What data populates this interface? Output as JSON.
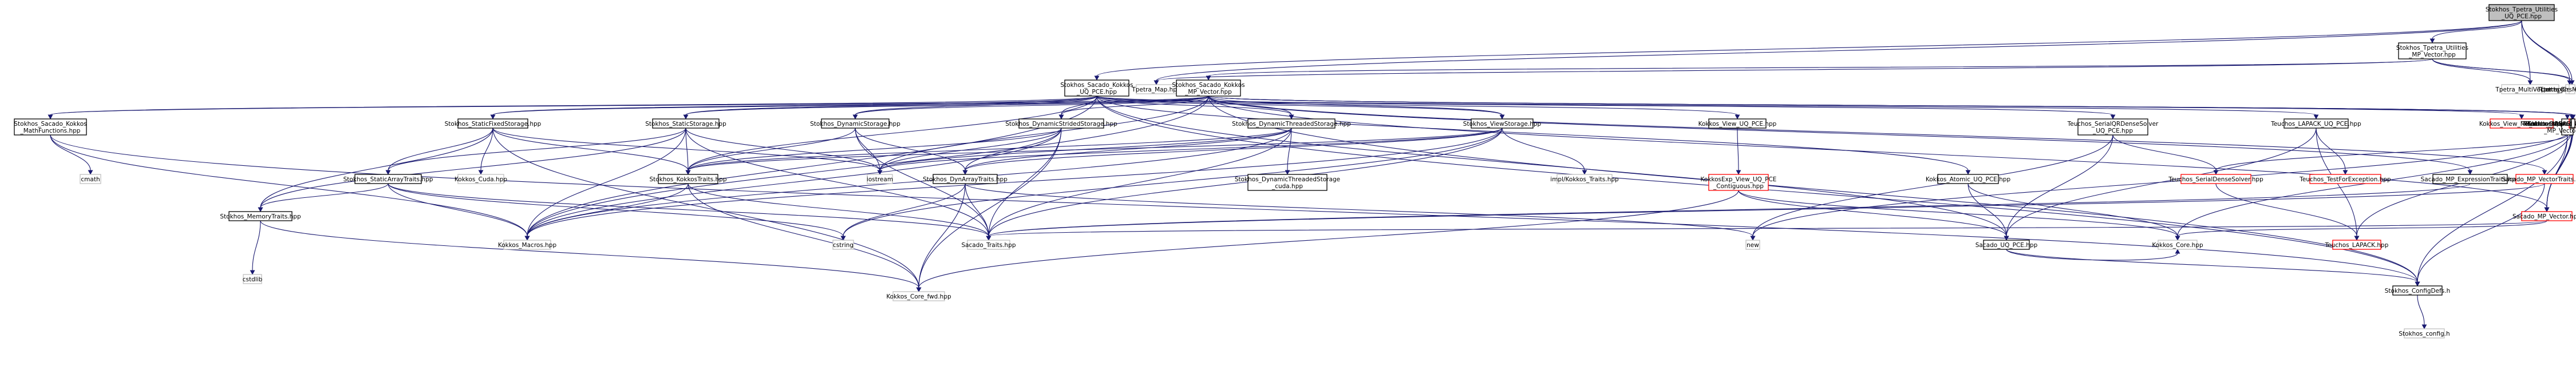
{
  "colors": {
    "edge": "#191970",
    "root_fill": "#bfbfbf",
    "default_border": "#000000",
    "external_border": "#bfbfbf",
    "red_border": "#ff0000"
  },
  "nodes": [
    {
      "id": "root",
      "lines": [
        "Stokhos_Tpetra_Utilities",
        "_UQ_PCE.hpp"
      ],
      "style": "root"
    },
    {
      "id": "skupce",
      "lines": [
        "Stokhos_Sacado_Kokkos",
        "_UQ_PCE.hpp"
      ],
      "style": "default"
    },
    {
      "id": "tumpv",
      "lines": [
        "Stokhos_Tpetra_Utilities",
        "_MP_Vector.hpp"
      ],
      "style": "default"
    },
    {
      "id": "tmap",
      "lines": [
        "Tpetra_Map.hpp"
      ],
      "style": "external"
    },
    {
      "id": "tmv",
      "lines": [
        "Tpetra_MultiVector.hpp"
      ],
      "style": "external"
    },
    {
      "id": "tcrsg",
      "lines": [
        "Tpetra_CrsGraph.hpp"
      ],
      "style": "external"
    },
    {
      "id": "tcrsm",
      "lines": [
        "Tpetra_CrsMatrix.hpp"
      ],
      "style": "external"
    },
    {
      "id": "skmpv",
      "lines": [
        "Stokhos_Sacado_Kokkos",
        "_MP_Vector.hpp"
      ],
      "style": "default"
    },
    {
      "id": "skmath",
      "lines": [
        "Stokhos_Sacado_Kokkos",
        "_MathFunctions.hpp"
      ],
      "style": "default"
    },
    {
      "id": "sfs",
      "lines": [
        "Stokhos_StaticFixedStorage.hpp"
      ],
      "style": "default"
    },
    {
      "id": "ss",
      "lines": [
        "Stokhos_StaticStorage.hpp"
      ],
      "style": "default"
    },
    {
      "id": "ds",
      "lines": [
        "Stokhos_DynamicStorage.hpp"
      ],
      "style": "default"
    },
    {
      "id": "dss",
      "lines": [
        "Stokhos_DynamicStridedStorage.hpp"
      ],
      "style": "default"
    },
    {
      "id": "dts",
      "lines": [
        "Stokhos_DynamicThreadedStorage.hpp"
      ],
      "style": "default"
    },
    {
      "id": "vs",
      "lines": [
        "Stokhos_ViewStorage.hpp"
      ],
      "style": "default"
    },
    {
      "id": "kvupce",
      "lines": [
        "Kokkos_View_UQ_PCE.hpp"
      ],
      "style": "default"
    },
    {
      "id": "tsqrupce",
      "lines": [
        "Teuchos_SerialQRDenseSolver",
        "_UQ_PCE.hpp"
      ],
      "style": "default"
    },
    {
      "id": "tlupce",
      "lines": [
        "Teuchos_LAPACK_UQ_PCE.hpp"
      ],
      "style": "default"
    },
    {
      "id": "kvmpv",
      "lines": [
        "Kokkos_View_MP_Vector.hpp"
      ],
      "style": "red"
    },
    {
      "id": "tsqrmpv",
      "lines": [
        "Teuchos_SerialQRDenseSolver",
        "_MP_Vector.hpp"
      ],
      "style": "default"
    },
    {
      "id": "tbmpv",
      "lines": [
        "Teuchos_BLAS_MP_Vector.hpp"
      ],
      "style": "red"
    },
    {
      "id": "tlmpv",
      "lines": [
        "Teuchos_LAPACK_MP_Vector.hpp"
      ],
      "style": "default"
    },
    {
      "id": "kampv",
      "lines": [
        "Kokkos_Atomic_MP_Vector.hpp"
      ],
      "style": "default"
    },
    {
      "id": "cmath",
      "lines": [
        "cmath"
      ],
      "style": "external"
    },
    {
      "id": "kcuda",
      "lines": [
        "Kokkos_Cuda.hpp"
      ],
      "style": "external"
    },
    {
      "id": "sat",
      "lines": [
        "Stokhos_StaticArrayTraits.hpp"
      ],
      "style": "default"
    },
    {
      "id": "skt",
      "lines": [
        "Stokhos_KokkosTraits.hpp"
      ],
      "style": "default"
    },
    {
      "id": "iostream",
      "lines": [
        "iostream"
      ],
      "style": "external"
    },
    {
      "id": "sdat",
      "lines": [
        "Stokhos_DynArrayTraits.hpp"
      ],
      "style": "default"
    },
    {
      "id": "sdtsc",
      "lines": [
        "Stokhos_DynamicThreadedStorage",
        "_cuda.hpp"
      ],
      "style": "default"
    },
    {
      "id": "ikt",
      "lines": [
        "impl/Kokkos_Traits.hpp"
      ],
      "style": "external"
    },
    {
      "id": "kevc",
      "lines": [
        "KokkosExp_View_UQ_PCE",
        "_Contiguous.hpp"
      ],
      "style": "red"
    },
    {
      "id": "kaupce",
      "lines": [
        "Kokkos_Atomic_UQ_PCE.hpp"
      ],
      "style": "default"
    },
    {
      "id": "tsds",
      "lines": [
        "Teuchos_SerialDenseSolver.hpp"
      ],
      "style": "red"
    },
    {
      "id": "ttfe",
      "lines": [
        "Teuchos_TestForException.hpp"
      ],
      "style": "red"
    },
    {
      "id": "smpet",
      "lines": [
        "Sacado_MP_ExpressionTraits.hpp"
      ],
      "style": "default"
    },
    {
      "id": "smpvt",
      "lines": [
        "Sacado_MP_VectorTraits.hpp"
      ],
      "style": "red"
    },
    {
      "id": "smpv",
      "lines": [
        "Sacado_MP_Vector.hpp"
      ],
      "style": "red"
    },
    {
      "id": "smt",
      "lines": [
        "Stokhos_MemoryTraits.hpp"
      ],
      "style": "default"
    },
    {
      "id": "kmacros",
      "lines": [
        "Kokkos_Macros.hpp"
      ],
      "style": "external"
    },
    {
      "id": "cstring",
      "lines": [
        "cstring"
      ],
      "style": "external"
    },
    {
      "id": "stt",
      "lines": [
        "Sacado_Traits.hpp"
      ],
      "style": "external"
    },
    {
      "id": "new",
      "lines": [
        "new"
      ],
      "style": "external"
    },
    {
      "id": "supce",
      "lines": [
        "Sacado_UQ_PCE.hpp"
      ],
      "style": "default"
    },
    {
      "id": "kcore",
      "lines": [
        "Kokkos_Core.hpp"
      ],
      "style": "external"
    },
    {
      "id": "tlapack",
      "lines": [
        "Teuchos_LAPACK.hpp"
      ],
      "style": "red"
    },
    {
      "id": "cstdlib",
      "lines": [
        "cstdlib"
      ],
      "style": "external"
    },
    {
      "id": "kcorefwd",
      "lines": [
        "Kokkos_Core_fwd.hpp"
      ],
      "style": "external"
    },
    {
      "id": "scd",
      "lines": [
        "Stokhos_ConfigDefs.h"
      ],
      "style": "default"
    },
    {
      "id": "sconfig",
      "lines": [
        "Stokhos_config.h"
      ],
      "style": "external"
    }
  ],
  "edges": [
    [
      "root",
      "skupce"
    ],
    [
      "root",
      "tumpv"
    ],
    [
      "root",
      "tmap"
    ],
    [
      "root",
      "tmv"
    ],
    [
      "root",
      "tcrsg"
    ],
    [
      "root",
      "tcrsm"
    ],
    [
      "tumpv",
      "skmpv"
    ],
    [
      "tumpv",
      "tmap"
    ],
    [
      "tumpv",
      "tmv"
    ],
    [
      "tumpv",
      "tcrsg"
    ],
    [
      "tumpv",
      "tcrsm"
    ],
    [
      "skupce",
      "skmath"
    ],
    [
      "skupce",
      "sfs"
    ],
    [
      "skupce",
      "ss"
    ],
    [
      "skupce",
      "ds"
    ],
    [
      "skupce",
      "dss"
    ],
    [
      "skupce",
      "dts"
    ],
    [
      "skupce",
      "vs"
    ],
    [
      "skupce",
      "kvupce"
    ],
    [
      "skupce",
      "tsqrupce"
    ],
    [
      "skupce",
      "tlupce"
    ],
    [
      "skupce",
      "kaupce"
    ],
    [
      "skupce",
      "skt"
    ],
    [
      "skupce",
      "supce"
    ],
    [
      "skupce",
      "kmacros"
    ],
    [
      "skupce",
      "scd"
    ],
    [
      "skmpv",
      "skmath"
    ],
    [
      "skmpv",
      "sfs"
    ],
    [
      "skmpv",
      "ss"
    ],
    [
      "skmpv",
      "ds"
    ],
    [
      "skmpv",
      "dss"
    ],
    [
      "skmpv",
      "dts"
    ],
    [
      "skmpv",
      "vs"
    ],
    [
      "skmpv",
      "kvmpv"
    ],
    [
      "skmpv",
      "tsqrmpv"
    ],
    [
      "skmpv",
      "tbmpv"
    ],
    [
      "skmpv",
      "tlmpv"
    ],
    [
      "skmpv",
      "kampv"
    ],
    [
      "skmpv",
      "smpet"
    ],
    [
      "skmpv",
      "smpvt"
    ],
    [
      "skmpv",
      "smpv"
    ],
    [
      "skmpv",
      "iostream"
    ],
    [
      "skmpv",
      "scd"
    ],
    [
      "skmpv",
      "kmacros"
    ],
    [
      "skmath",
      "cmath"
    ],
    [
      "skmath",
      "kmacros"
    ],
    [
      "skmath",
      "scd"
    ],
    [
      "sfs",
      "kcuda"
    ],
    [
      "sfs",
      "sat"
    ],
    [
      "sfs",
      "skt"
    ],
    [
      "sfs",
      "iostream"
    ],
    [
      "sfs",
      "kcorefwd"
    ],
    [
      "sfs",
      "smt"
    ],
    [
      "ss",
      "sat"
    ],
    [
      "ss",
      "skt"
    ],
    [
      "ss",
      "iostream"
    ],
    [
      "ss",
      "kmacros"
    ],
    [
      "ss",
      "stt"
    ],
    [
      "ss",
      "smt"
    ],
    [
      "ds",
      "sdat"
    ],
    [
      "ds",
      "skt"
    ],
    [
      "ds",
      "iostream"
    ],
    [
      "ds",
      "stt"
    ],
    [
      "dss",
      "sdat"
    ],
    [
      "dss",
      "skt"
    ],
    [
      "dss",
      "iostream"
    ],
    [
      "dss",
      "stt"
    ],
    [
      "dss",
      "kmacros"
    ],
    [
      "dss",
      "kcorefwd"
    ],
    [
      "dts",
      "sdat"
    ],
    [
      "dts",
      "skt"
    ],
    [
      "dts",
      "iostream"
    ],
    [
      "dts",
      "sdtsc"
    ],
    [
      "dts",
      "stt"
    ],
    [
      "dts",
      "kmacros"
    ],
    [
      "vs",
      "sdat"
    ],
    [
      "vs",
      "skt"
    ],
    [
      "vs",
      "iostream"
    ],
    [
      "vs",
      "ikt"
    ],
    [
      "vs",
      "stt"
    ],
    [
      "vs",
      "kmacros"
    ],
    [
      "vs",
      "cstring"
    ],
    [
      "kvupce",
      "kevc"
    ],
    [
      "kevc",
      "supce"
    ],
    [
      "kevc",
      "kcore"
    ],
    [
      "kevc",
      "kcorefwd"
    ],
    [
      "tsqrupce",
      "supce"
    ],
    [
      "tsqrupce",
      "tsds"
    ],
    [
      "tsqrupce",
      "new"
    ],
    [
      "tlupce",
      "tlapack"
    ],
    [
      "tlupce",
      "supce"
    ],
    [
      "tlupce",
      "ttfe"
    ],
    [
      "tsqrmpv",
      "smpv"
    ],
    [
      "tsqrmpv",
      "tsds"
    ],
    [
      "tsqrmpv",
      "scd"
    ],
    [
      "tlmpv",
      "smpv"
    ],
    [
      "tlmpv",
      "tlapack"
    ],
    [
      "tlmpv",
      "new"
    ],
    [
      "tbmpv",
      "smpv"
    ],
    [
      "kampv",
      "smpv"
    ],
    [
      "kampv",
      "kcore"
    ],
    [
      "kaupce",
      "supce"
    ],
    [
      "kaupce",
      "kcore"
    ],
    [
      "tsds",
      "tlapack"
    ],
    [
      "smpvt",
      "stt"
    ],
    [
      "smpvt",
      "scd"
    ],
    [
      "smpv",
      "stt"
    ],
    [
      "smpv",
      "kcore"
    ],
    [
      "smpet",
      "stt"
    ],
    [
      "sat",
      "cstring"
    ],
    [
      "sat",
      "smt"
    ],
    [
      "sat",
      "kmacros"
    ],
    [
      "sat",
      "stt"
    ],
    [
      "sdat",
      "stt"
    ],
    [
      "sdat",
      "kcorefwd"
    ],
    [
      "sdat",
      "new"
    ],
    [
      "sdat",
      "cstring"
    ],
    [
      "skt",
      "kmacros"
    ],
    [
      "skt",
      "kcorefwd"
    ],
    [
      "skt",
      "stt"
    ],
    [
      "smt",
      "cstdlib"
    ],
    [
      "smt",
      "kcorefwd"
    ],
    [
      "supce",
      "scd"
    ],
    [
      "supce",
      "kcore"
    ],
    [
      "scd",
      "sconfig"
    ]
  ]
}
